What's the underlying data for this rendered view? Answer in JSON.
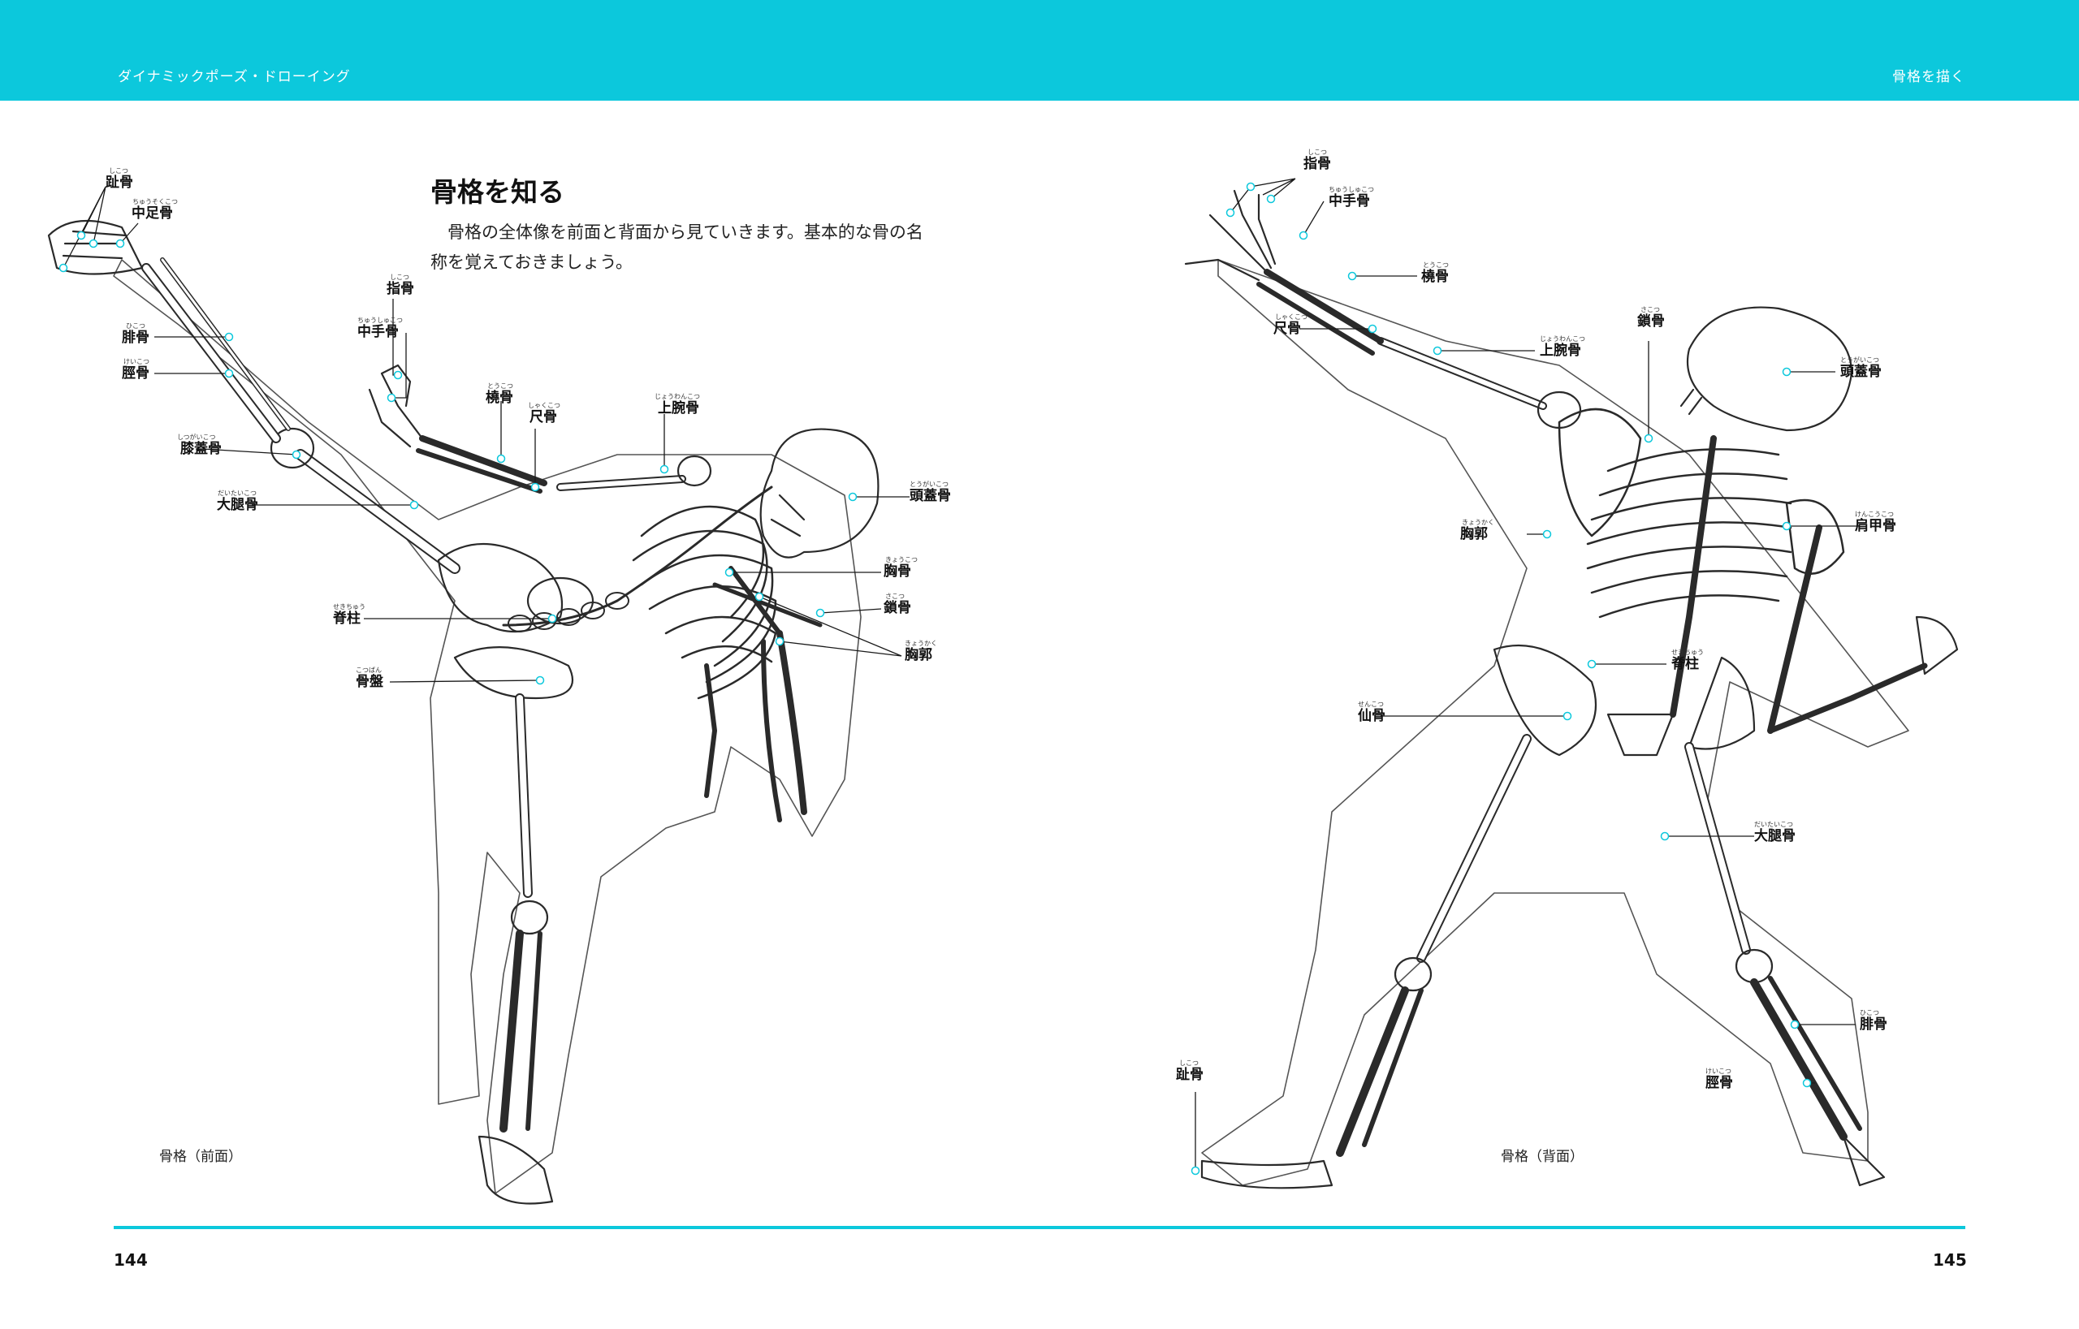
{
  "header": {
    "left_title": "ダイナミックポーズ・ドローイング",
    "right_title": "骨格を描く"
  },
  "accent_color": "#0cc8dc",
  "left_page": {
    "heading": "骨格を知る",
    "intro": "骨格の全体像を前面と背面から見ていきます。基本的な骨の名称を覚えておきましょう。",
    "caption": "骨格（前面）",
    "page_number": "144",
    "labels": {
      "shikotsu": {
        "text": "趾骨",
        "ruby": "しこつ"
      },
      "chusokotsu": {
        "text": "中足骨",
        "ruby": "ちゅうそくこつ"
      },
      "hikotsu": {
        "text": "腓骨",
        "ruby": "ひこつ"
      },
      "keikotsu": {
        "text": "脛骨",
        "ruby": "けいこつ"
      },
      "shitsugaikotsu": {
        "text": "膝蓋骨",
        "ruby": "しつがいこつ"
      },
      "daitaikotsu": {
        "text": "大腿骨",
        "ruby": "だいたいこつ"
      },
      "sekichu": {
        "text": "脊柱",
        "ruby": "せきちゅう"
      },
      "kotsuban": {
        "text": "骨盤",
        "ruby": "こつばん"
      },
      "shikotsu_hand": {
        "text": "指骨",
        "ruby": "しこつ"
      },
      "chushukotsu": {
        "text": "中手骨",
        "ruby": "ちゅうしゅこつ"
      },
      "tokotsu": {
        "text": "橈骨",
        "ruby": "とうこつ"
      },
      "shakkotsu": {
        "text": "尺骨",
        "ruby": "しゃくこつ"
      },
      "jowankotsu": {
        "text": "上腕骨",
        "ruby": "じょうわんこつ"
      },
      "tougaikotsu": {
        "text": "頭蓋骨",
        "ruby": "とうがいこつ"
      },
      "kyokotsu": {
        "text": "胸骨",
        "ruby": "きょうこつ"
      },
      "sakotsu": {
        "text": "鎖骨",
        "ruby": "さこつ"
      },
      "kyokaku": {
        "text": "胸郭",
        "ruby": "きょうかく"
      }
    }
  },
  "right_page": {
    "caption": "骨格（背面）",
    "page_number": "145",
    "labels": {
      "shikotsu_hand": {
        "text": "指骨",
        "ruby": "しこつ"
      },
      "chushukotsu": {
        "text": "中手骨",
        "ruby": "ちゅうしゅこつ"
      },
      "tokotsu": {
        "text": "橈骨",
        "ruby": "とうこつ"
      },
      "shakkotsu": {
        "text": "尺骨",
        "ruby": "しゃくこつ"
      },
      "jowankotsu": {
        "text": "上腕骨",
        "ruby": "じょうわんこつ"
      },
      "sakotsu": {
        "text": "鎖骨",
        "ruby": "さこつ"
      },
      "tougaikotsu": {
        "text": "頭蓋骨",
        "ruby": "とうがいこつ"
      },
      "kyokaku": {
        "text": "胸郭",
        "ruby": "きょうかく"
      },
      "kenkokotsu": {
        "text": "肩甲骨",
        "ruby": "けんこうこつ"
      },
      "sekichu": {
        "text": "脊柱",
        "ruby": "せきちゅう"
      },
      "senkotsu": {
        "text": "仙骨",
        "ruby": "せんこつ"
      },
      "daitaikotsu": {
        "text": "大腿骨",
        "ruby": "だいたいこつ"
      },
      "hikotsu": {
        "text": "腓骨",
        "ruby": "ひこつ"
      },
      "keikotsu": {
        "text": "脛骨",
        "ruby": "けいこつ"
      },
      "shikotsu_foot": {
        "text": "趾骨",
        "ruby": "しこつ"
      }
    }
  }
}
